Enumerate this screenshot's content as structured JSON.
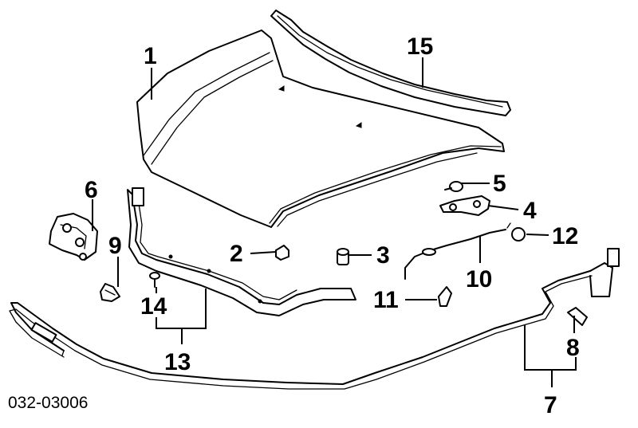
{
  "diagram": {
    "reference_code": "032-03006",
    "callouts": {
      "c1": "1",
      "c2": "2",
      "c3": "3",
      "c4": "4",
      "c5": "5",
      "c6": "6",
      "c7": "7",
      "c8": "8",
      "c9": "9",
      "c10": "10",
      "c11": "11",
      "c12": "12",
      "c13": "13",
      "c14": "14",
      "c15": "15"
    }
  }
}
